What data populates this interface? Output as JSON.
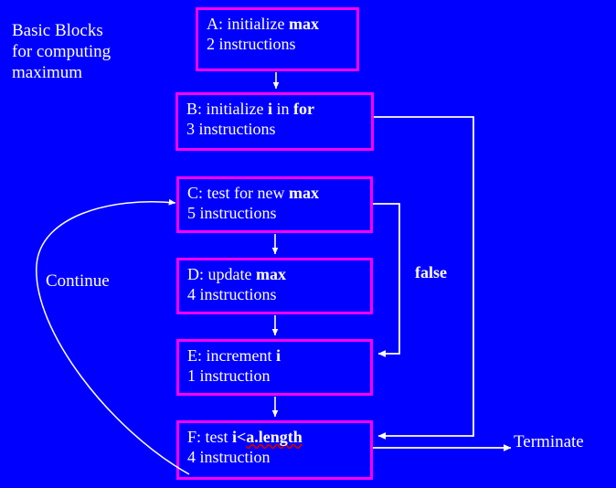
{
  "slide": {
    "background_color": "#0000FF",
    "title": "Basic Blocks\nfor computing\nmaximum"
  },
  "style": {
    "block_border_color": "#FF00FF",
    "text_color": "#FFFFFF",
    "wire_color": "#FFFFFF",
    "spellcheck_underline_color": "#CC0000"
  },
  "blocks": [
    {
      "id": "A",
      "line1_prefix": "A: initialize ",
      "line1_emphasis": "max",
      "line1_suffix": "",
      "line2": "2 instructions"
    },
    {
      "id": "B",
      "line1_prefix": "B: initialize ",
      "line1_emphasis": "i",
      "line1_mid": " in ",
      "line1_emphasis2": "for",
      "line2": "3 instructions"
    },
    {
      "id": "C",
      "line1_prefix": "C: test for new ",
      "line1_emphasis": "max",
      "line2": "5 instructions"
    },
    {
      "id": "D",
      "line1_prefix": "D: update ",
      "line1_emphasis": "max",
      "line2": "4 instructions"
    },
    {
      "id": "E",
      "line1_prefix": "E: increment ",
      "line1_emphasis": "i",
      "line2": "1 instruction"
    },
    {
      "id": "F",
      "line1_prefix": "F: test ",
      "line1_emphasis": "i<",
      "line1_misspelled": "a.length",
      "line2": "4 instruction"
    }
  ],
  "edge_labels": {
    "false": "false",
    "continue": "Continue",
    "terminate": "Terminate"
  }
}
